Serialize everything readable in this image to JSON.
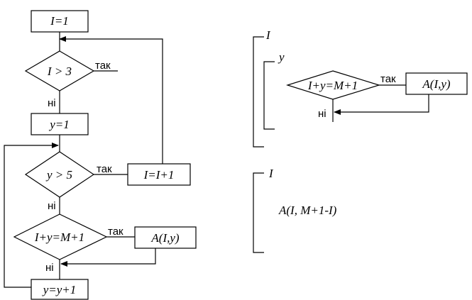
{
  "flowchart": {
    "init_i": "I=1",
    "cond_i": "I > 3",
    "init_y": "y=1",
    "cond_y": "y > 5",
    "inc_i": "I=I+1",
    "cond_sum": "I+y=M+1",
    "call": "A(I,y)",
    "inc_y": "y=y+1",
    "yes_label": "так",
    "no_label": "ні"
  },
  "structogram_a": {
    "outer_var": "I",
    "inner_var": "y",
    "cond_sum": "I+y=M+1",
    "call": "A(I,y)",
    "yes_label": "так",
    "no_label": "ні"
  },
  "structogram_b": {
    "loop_var": "I",
    "call": "A(I, M+1-I)"
  }
}
